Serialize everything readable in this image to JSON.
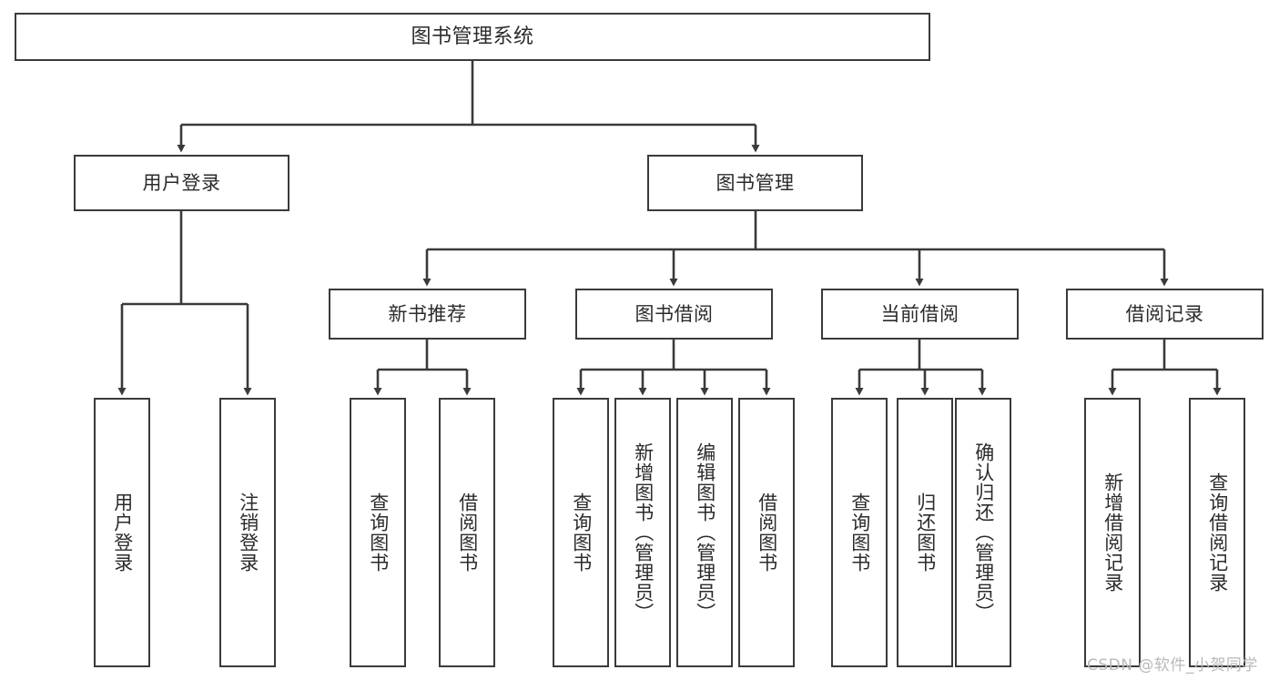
{
  "diagram": {
    "type": "hierarchy-tree",
    "title": "图书管理系统",
    "orientation": "top-down",
    "colors": {
      "node_border": "#3a3a3a",
      "node_fill": "#ffffff",
      "edge": "#3a3a3a",
      "text": "#2b2b2b",
      "watermark": "#b9b9b9",
      "background": "#ffffff"
    }
  },
  "nodes": {
    "root": {
      "label": "图书管理系统"
    },
    "level2": [
      {
        "id": "user-login",
        "label": "用户登录"
      },
      {
        "id": "book-management",
        "label": "图书管理"
      }
    ],
    "level3": [
      {
        "id": "new-book-recommend",
        "label": "新书推荐"
      },
      {
        "id": "book-borrow",
        "label": "图书借阅"
      },
      {
        "id": "current-borrow",
        "label": "当前借阅"
      },
      {
        "id": "borrow-record",
        "label": "借阅记录"
      }
    ],
    "leaves": {
      "user_login": [
        {
          "id": "leaf-user-login",
          "label": "用户登录"
        },
        {
          "id": "leaf-logout-login",
          "label": "注销登录"
        }
      ],
      "new_book_recommend": [
        {
          "id": "leaf-query-book-1",
          "label": "查询图书"
        },
        {
          "id": "leaf-borrow-book-1",
          "label": "借阅图书"
        }
      ],
      "book_borrow": [
        {
          "id": "leaf-query-book-2",
          "label": "查询图书"
        },
        {
          "id": "leaf-add-book",
          "label": "新增图书（管理员）"
        },
        {
          "id": "leaf-edit-book",
          "label": "编辑图书（管理员）"
        },
        {
          "id": "leaf-borrow-book-2",
          "label": "借阅图书"
        }
      ],
      "current_borrow": [
        {
          "id": "leaf-query-book-3",
          "label": "查询图书"
        },
        {
          "id": "leaf-return-book",
          "label": "归还图书"
        },
        {
          "id": "leaf-confirm-return",
          "label": "确认归还（管理员）"
        }
      ],
      "borrow_record": [
        {
          "id": "leaf-add-borrow-record",
          "label": "新增借阅记录"
        },
        {
          "id": "leaf-query-borrow-record",
          "label": "查询借阅记录"
        }
      ]
    }
  },
  "watermark": {
    "text": "CSDN @软件_小贺同学"
  }
}
